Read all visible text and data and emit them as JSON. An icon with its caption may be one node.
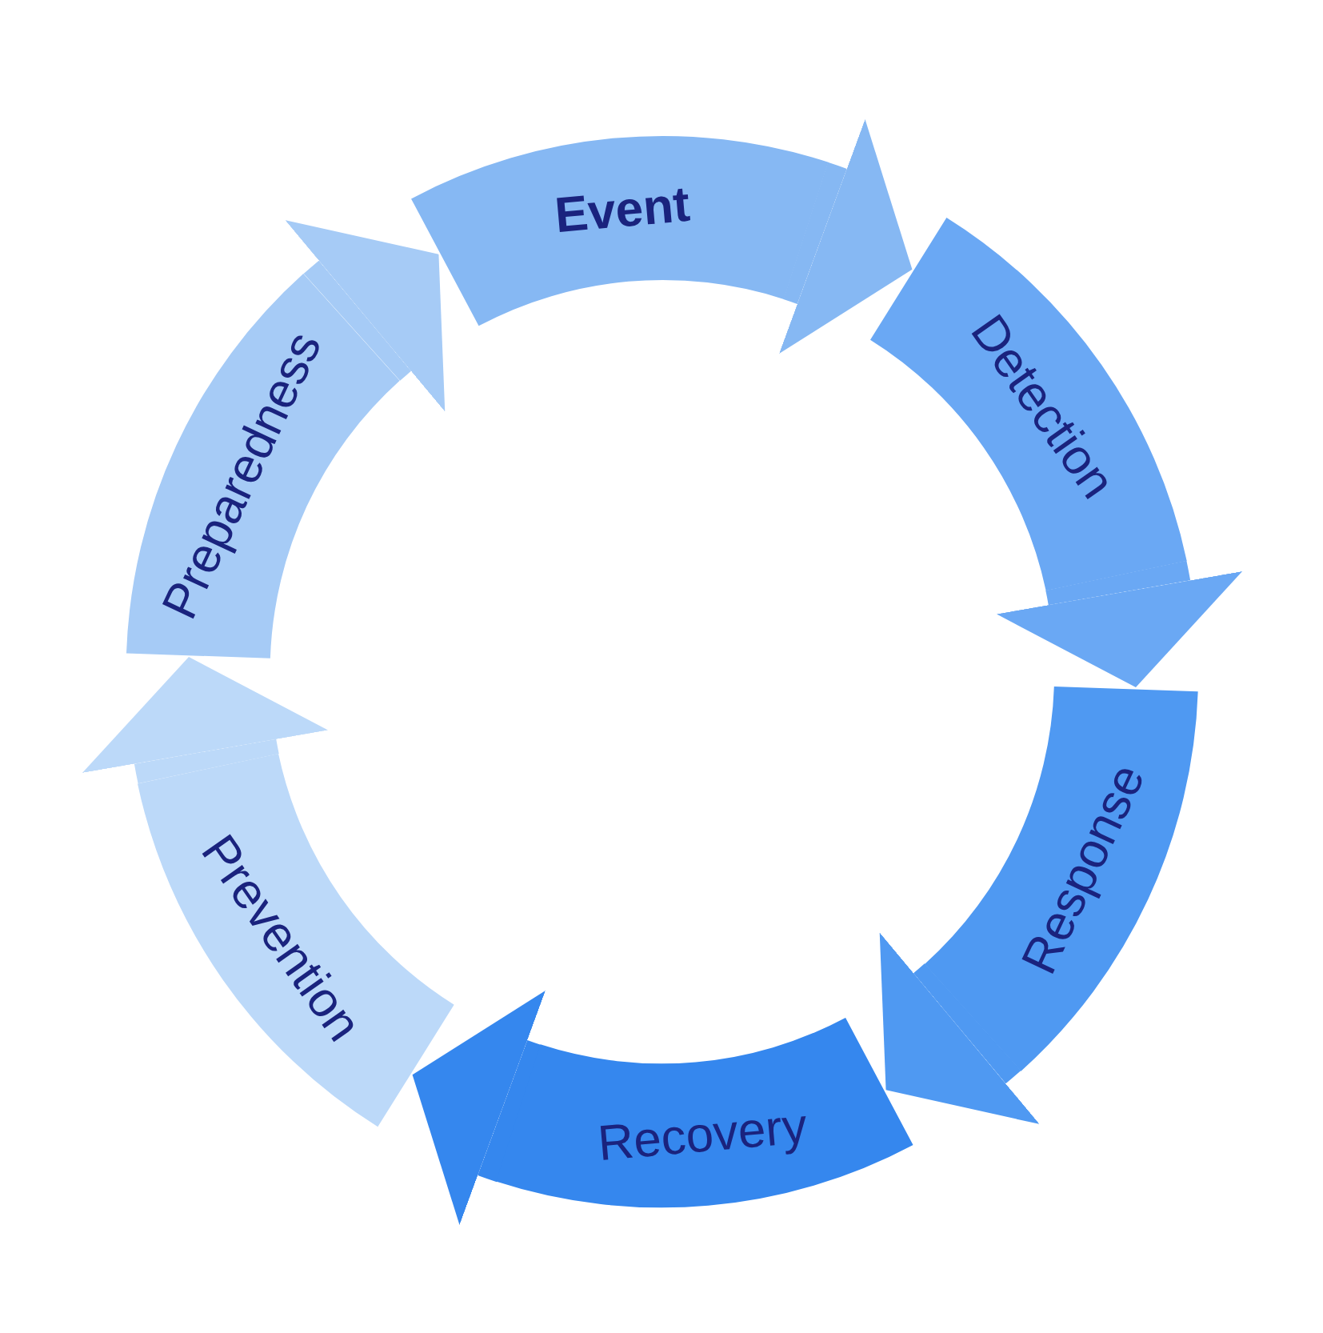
{
  "diagram": {
    "nodes": [
      {
        "text": [
          "Event"
        ]
      },
      {
        "text": [
          "Detection"
        ]
      },
      {
        "text": [
          "Response"
        ]
      },
      {
        "text": [
          "Recovery"
        ]
      },
      {
        "text": [
          "Prevention"
        ]
      },
      {
        "text": [
          "Preparedness"
        ]
      }
    ],
    "edges": [
      {
        "from": 0,
        "to": 1,
        "arrow": "to"
      },
      {
        "from": 1,
        "to": 2,
        "arrow": "to"
      },
      {
        "from": 2,
        "to": 3,
        "arrow": "to"
      },
      {
        "from": 3,
        "to": 4,
        "arrow": "to"
      },
      {
        "from": 4,
        "to": 5,
        "arrow": "to"
      },
      {
        "from": 5,
        "to": 0,
        "arrow": "to"
      }
    ]
  }
}
